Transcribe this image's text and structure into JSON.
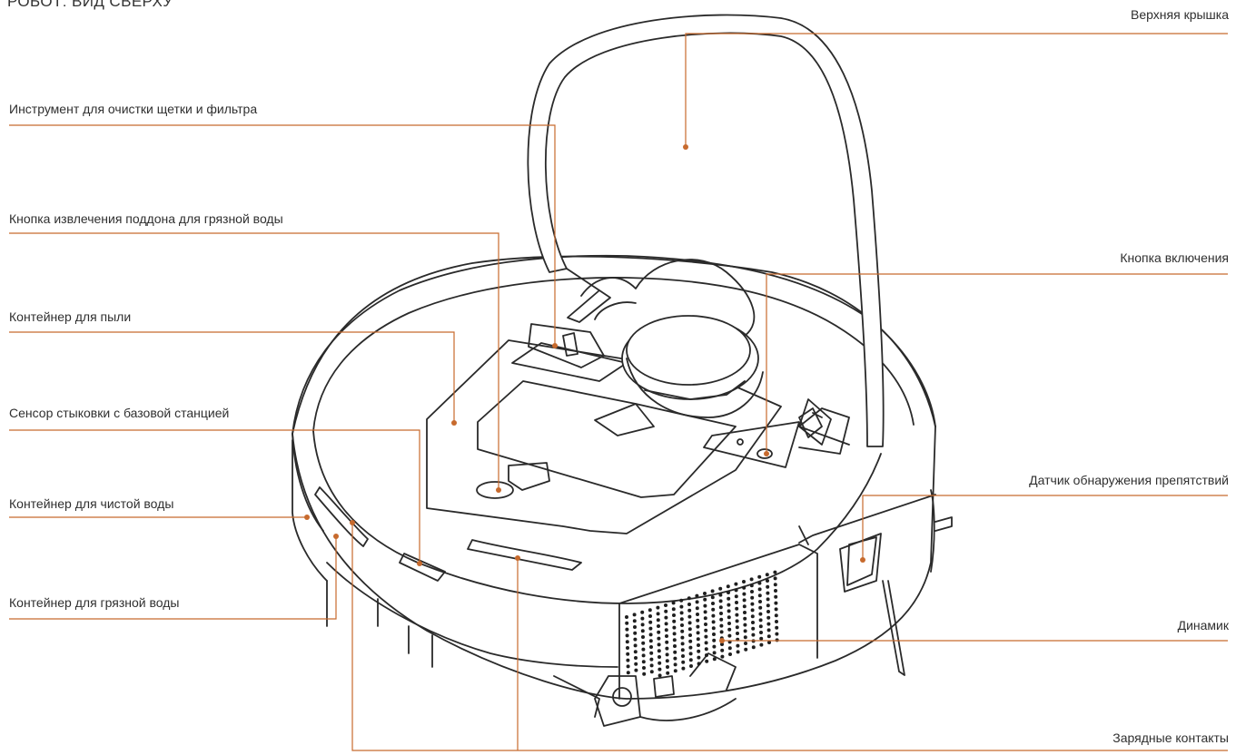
{
  "title": "РОБОТ: ВИД СВЕРХУ",
  "labels": {
    "top_cover": "Верхняя крышка",
    "cleaning_tool": "Инструмент для очистки щетки и фильтра",
    "dirty_tank_release": "Кнопка извлечения поддона для грязной воды",
    "power_button": "Кнопка включения",
    "dust_bin": "Контейнер для пыли",
    "docking_sensor": "Сенсор стыковки с базовой станцией",
    "obstacle_sensor": "Датчик обнаружения препятствий",
    "clean_water_tank": "Контейнер для чистой воды",
    "dirty_water_tank": "Контейнер для грязной воды",
    "speaker": "Динамик",
    "charging_contacts": "Зарядные контакты"
  },
  "colors": {
    "accent": "#c76a2d",
    "line": "#2a2a2a",
    "background": "#ffffff"
  }
}
